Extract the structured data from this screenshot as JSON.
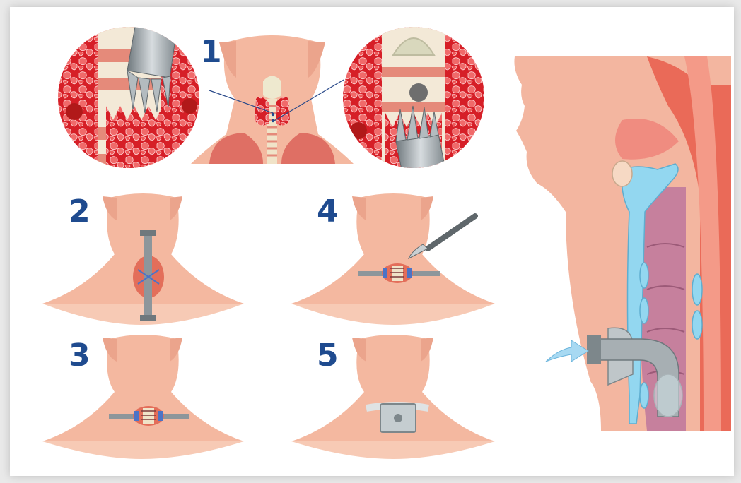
{
  "steps": [
    {
      "label": "1"
    },
    {
      "label": "2"
    },
    {
      "label": "3"
    },
    {
      "label": "4"
    },
    {
      "label": "5"
    }
  ],
  "colors": {
    "skin": "#f4b8a0",
    "skin_dark": "#e79b86",
    "tissue_red": "#e53a3a",
    "cartilage": "#f1ecd1",
    "trachea_ring": "#e1897a",
    "number_blue": "#1f4b8f",
    "airway_blue": "#8fd3ee",
    "instrument_gray": "#9aa3a8"
  },
  "icons": [
    "scalpel-icon",
    "retractor-icon",
    "tracheostomy-tube-icon",
    "airflow-arrow-icon"
  ]
}
